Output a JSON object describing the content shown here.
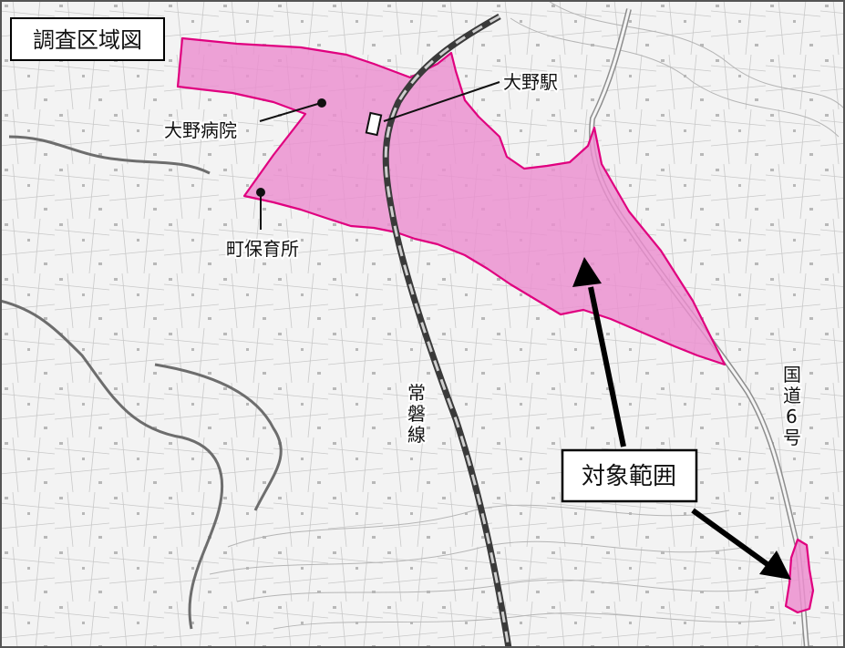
{
  "map": {
    "title": "調査区域図",
    "labels": {
      "hospital": "大野病院",
      "nursery": "町保育所",
      "station": "大野駅",
      "railway": [
        "常",
        "磐",
        "線"
      ],
      "route": [
        "国",
        "道",
        "6",
        "号"
      ]
    },
    "callout": "対象範囲",
    "colors": {
      "survey_area_fill": "#ec8fcf",
      "survey_area_stroke": "#e0007f",
      "railway": "#333333",
      "road": "#9a9a9a",
      "background": "#f3f3f3"
    }
  }
}
